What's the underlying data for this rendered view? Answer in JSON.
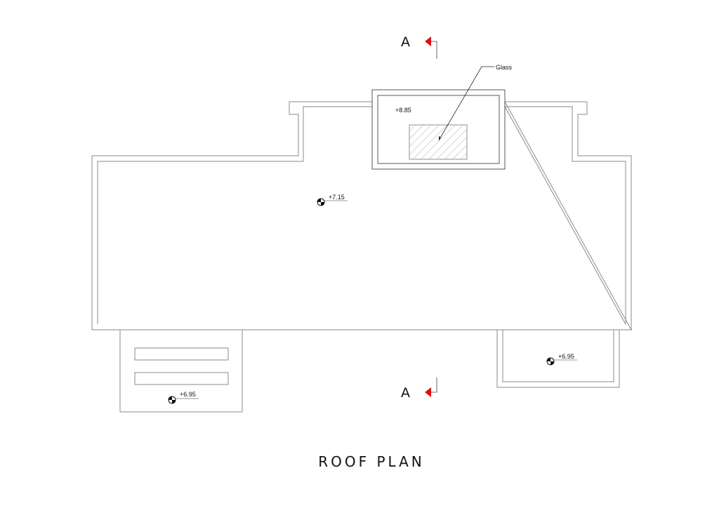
{
  "drawing": {
    "title": "ROOF PLAN",
    "section_marker_top": "A",
    "section_marker_bottom": "A",
    "glass_label": "Glass",
    "levels": {
      "skylight": "+8.85",
      "main_roof": "+7.15",
      "left_lower": "+6.95",
      "right_lower": "+6.95"
    },
    "section_arrow_color": "#e01010"
  }
}
